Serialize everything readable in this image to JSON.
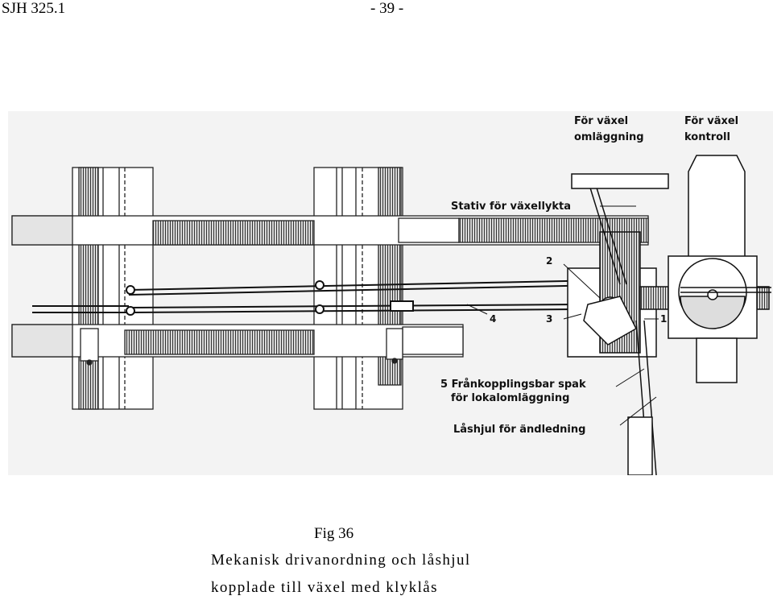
{
  "header": {
    "doc_id": "SJH  325.1",
    "page_number": "-  39  -"
  },
  "figure": {
    "labels": {
      "for_vaxel_omlaggning_1": "För växel",
      "for_vaxel_omlaggning_2": "omläggning",
      "for_vaxel_kontroll_1": "För växel",
      "for_vaxel_kontroll_2": "kontroll",
      "stativ": "Stativ för växellykta",
      "num_1": "1",
      "num_2": "2",
      "num_3": "3",
      "num_4": "4",
      "spak_1": "5 Frånkopplingsbar spak",
      "spak_2": "för lokalomläggning",
      "lashjul": "Låshjul för ändledning"
    }
  },
  "caption": {
    "fig_label": "Fig  36",
    "line1": "Mekanisk  drivanordning  och  låshjul",
    "line2": "kopplade  till  växel  med  klyklås"
  }
}
